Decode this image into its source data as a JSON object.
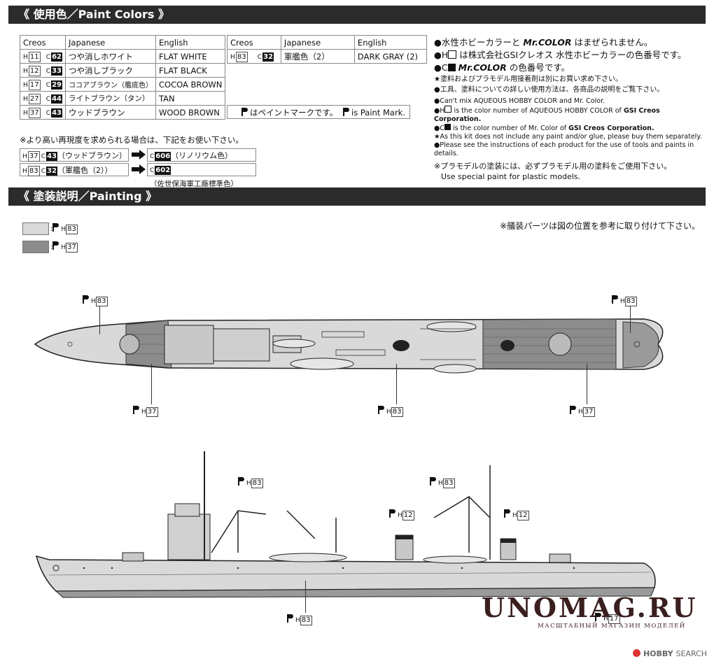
{
  "paint_section": {
    "title": "《 使用色／Paint Colors 》"
  },
  "table_left": {
    "headers": [
      "Creos",
      "Japanese",
      "English"
    ],
    "rows": [
      {
        "h": "11",
        "c": "62",
        "jp": "つや消しホワイト",
        "en": "FLAT WHITE"
      },
      {
        "h": "12",
        "c": "33",
        "jp": "つや消しブラック",
        "en": "FLAT BLACK"
      },
      {
        "h": "17",
        "c": "29",
        "jp": "ココアブラウン（艦底色）",
        "en": "COCOA BROWN"
      },
      {
        "h": "27",
        "c": "44",
        "jp": "ライトブラウン（タン）",
        "en": "TAN"
      },
      {
        "h": "37",
        "c": "43",
        "jp": "ウッドブラウン",
        "en": "WOOD BROWN"
      }
    ]
  },
  "table_right": {
    "headers": [
      "Creos",
      "Japanese",
      "English"
    ],
    "rows": [
      {
        "h": "83",
        "c": "32",
        "jp": "軍艦色（2）",
        "en": "DARK GRAY (2)"
      }
    ]
  },
  "paint_mark_note": {
    "jp": "はペイントマークです。",
    "en": "is Paint Mark."
  },
  "substitution": {
    "intro": "※より高い再現度を求められる場合は、下記をお使い下さい。",
    "rows": [
      {
        "h": "37",
        "c": "43",
        "name": "（ウッドブラウン）",
        "to_c": "606",
        "to_name": "（リノリウム色）"
      },
      {
        "h": "83",
        "c": "32",
        "name": "（軍艦色（2））",
        "to_c": "602",
        "to_name": "（佐世保海軍工廠標準色）"
      }
    ]
  },
  "notes": {
    "line1_a": "●水性ホビーカラーと",
    "line1_b": "Mr.COLOR",
    "line1_c": "はまぜられません。",
    "line2_a": "●H",
    "line2_b": "は株式会社GSIクレオス 水性ホビーカラーの色番号です。",
    "line3_a": "●C",
    "line3_b": "Mr.COLOR",
    "line3_c": "の色番号です。",
    "line4": "★塗料およびプラモデル用接着剤は別にお買い求め下さい。",
    "line5": "●工具、塗料についての詳しい使用方法は、各商品の説明をご覧下さい。",
    "en1": "●Can't mix AQUEOUS HOBBY COLOR and Mr. Color.",
    "en2_a": "●H",
    "en2_b": "is the color number of AQUEOUS HOBBY COLOR of",
    "en2_c": "GSI Creos Corporation.",
    "en3_a": "●C",
    "en3_b": "is the color number of Mr. Color of",
    "en3_c": "GSI Creos Corporation.",
    "en4": "★As this kit does not include any paint and/or glue, please buy them separately.",
    "en5": "●Please see the instructions of each product for the use of tools and paints in details.",
    "special_jp": "※プラモデルの塗装には、必ずプラモデル用の塗料をご使用下さい。",
    "special_en": "Use special paint for plastic models."
  },
  "painting_section": {
    "title": "《 塗装説明／Painting 》"
  },
  "legend": [
    {
      "code": "83",
      "color": "#d9d9d9"
    },
    {
      "code": "37",
      "color": "#8c8c8c"
    }
  ],
  "fitting_note": "※艤装パーツは図の位置を参考に取り付けて下さい。",
  "labels": {
    "top_bow_left": "83",
    "top_bow_right": "83",
    "top_deck_left": "37",
    "top_mid": "83",
    "top_deck_right": "37",
    "side_crane1": "83",
    "side_crane2": "83",
    "side_funnel1": "12",
    "side_funnel2": "12",
    "side_hull": "83",
    "side_bottom": "17"
  },
  "watermark": {
    "main": "UNOMAG.RU",
    "sub": "МАСШТАБНЫЙ МАГАЗИН МОДЕЛЕЙ"
  },
  "footer": {
    "logo": "HOBBY",
    "search": "SEARCH"
  },
  "colors": {
    "banner": "#2b2b2b",
    "deck_wood": "#8c8c8c",
    "hull_gray": "#d9d9d9",
    "dark": "#111111"
  }
}
